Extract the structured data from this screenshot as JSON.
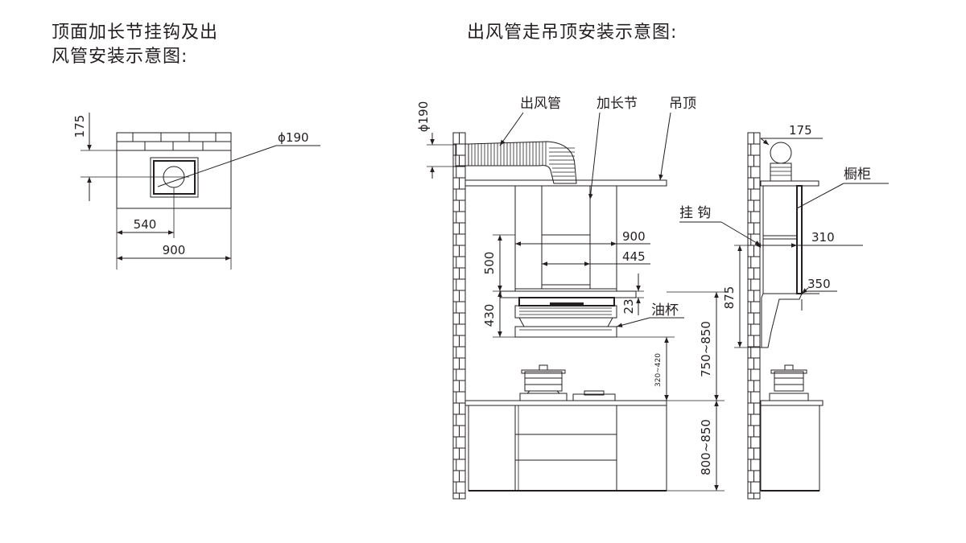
{
  "titles": {
    "top_view_line1": "顶面加长节挂钩及出",
    "top_view_line2": "风管安装示意图:",
    "ceiling_view": "出风管走吊顶安装示意图:"
  },
  "top_view": {
    "dim_175": "175",
    "dim_phi190": "ϕ190",
    "dim_540": "540",
    "dim_900": "900"
  },
  "front_view": {
    "label_duct": "出风管",
    "label_extension": "加长节",
    "label_ceiling": "吊顶",
    "label_oil_cup": "油杯",
    "dim_phi190": "ϕ190",
    "dim_900": "900",
    "dim_445": "445",
    "dim_500": "500",
    "dim_430": "430",
    "dim_23": "23",
    "dim_320_420": "320~420",
    "dim_750_850": "750~850",
    "dim_800_850": "800~850"
  },
  "side_view": {
    "label_cabinet": "橱柜",
    "label_hook": "挂 钩",
    "dim_175": "175",
    "dim_310": "310",
    "dim_350": "350",
    "dim_875": "875"
  }
}
